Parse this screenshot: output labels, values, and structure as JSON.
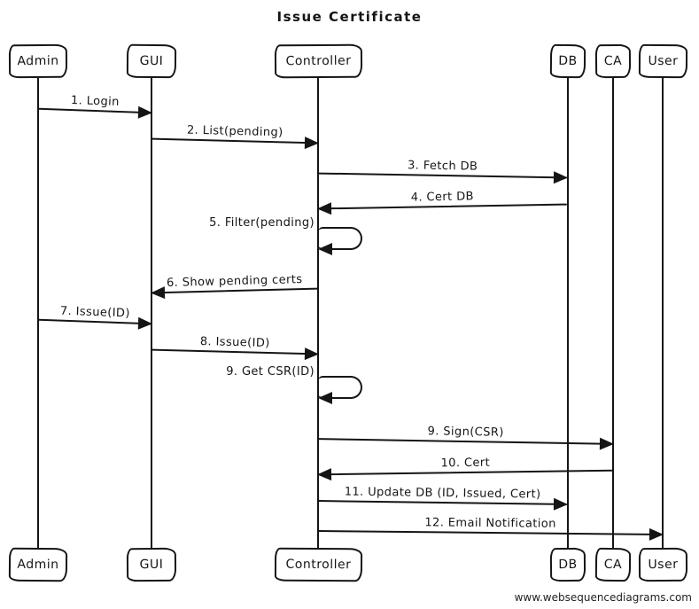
{
  "title": "Issue Certificate",
  "watermark": "www.websequencediagrams.com",
  "diagram_type": "sequence-diagram",
  "colors": {
    "line": "#151515",
    "background": "#ffffff"
  },
  "actors": [
    {
      "name": "admin",
      "label": "Admin"
    },
    {
      "name": "gui",
      "label": "GUI"
    },
    {
      "name": "controller",
      "label": "Controller"
    },
    {
      "name": "db",
      "label": "DB"
    },
    {
      "name": "ca",
      "label": "CA"
    },
    {
      "name": "user",
      "label": "User"
    }
  ],
  "messages": [
    {
      "label": "1. Login",
      "from": "Admin",
      "to": "GUI",
      "type": "arrow"
    },
    {
      "label": "2. List(pending)",
      "from": "GUI",
      "to": "Controller",
      "type": "arrow"
    },
    {
      "label": "3. Fetch DB",
      "from": "Controller",
      "to": "DB",
      "type": "arrow"
    },
    {
      "label": "4. Cert DB",
      "from": "DB",
      "to": "Controller",
      "type": "arrow"
    },
    {
      "label": "5. Filter(pending)",
      "from": "Controller",
      "to": "Controller",
      "type": "self"
    },
    {
      "label": "6. Show pending certs",
      "from": "Controller",
      "to": "GUI",
      "type": "arrow"
    },
    {
      "label": "7. Issue(ID)",
      "from": "Admin",
      "to": "GUI",
      "type": "arrow"
    },
    {
      "label": "8. Issue(ID)",
      "from": "GUI",
      "to": "Controller",
      "type": "arrow"
    },
    {
      "label": "9. Get CSR(ID)",
      "from": "Controller",
      "to": "Controller",
      "type": "self"
    },
    {
      "label": "9. Sign(CSR)",
      "from": "Controller",
      "to": "CA",
      "type": "arrow"
    },
    {
      "label": "10. Cert",
      "from": "CA",
      "to": "Controller",
      "type": "arrow"
    },
    {
      "label": "11. Update DB (ID, Issued, Cert)",
      "from": "Controller",
      "to": "DB",
      "type": "arrow"
    },
    {
      "label": "12. Email Notification",
      "from": "Controller",
      "to": "User",
      "type": "arrow"
    }
  ]
}
